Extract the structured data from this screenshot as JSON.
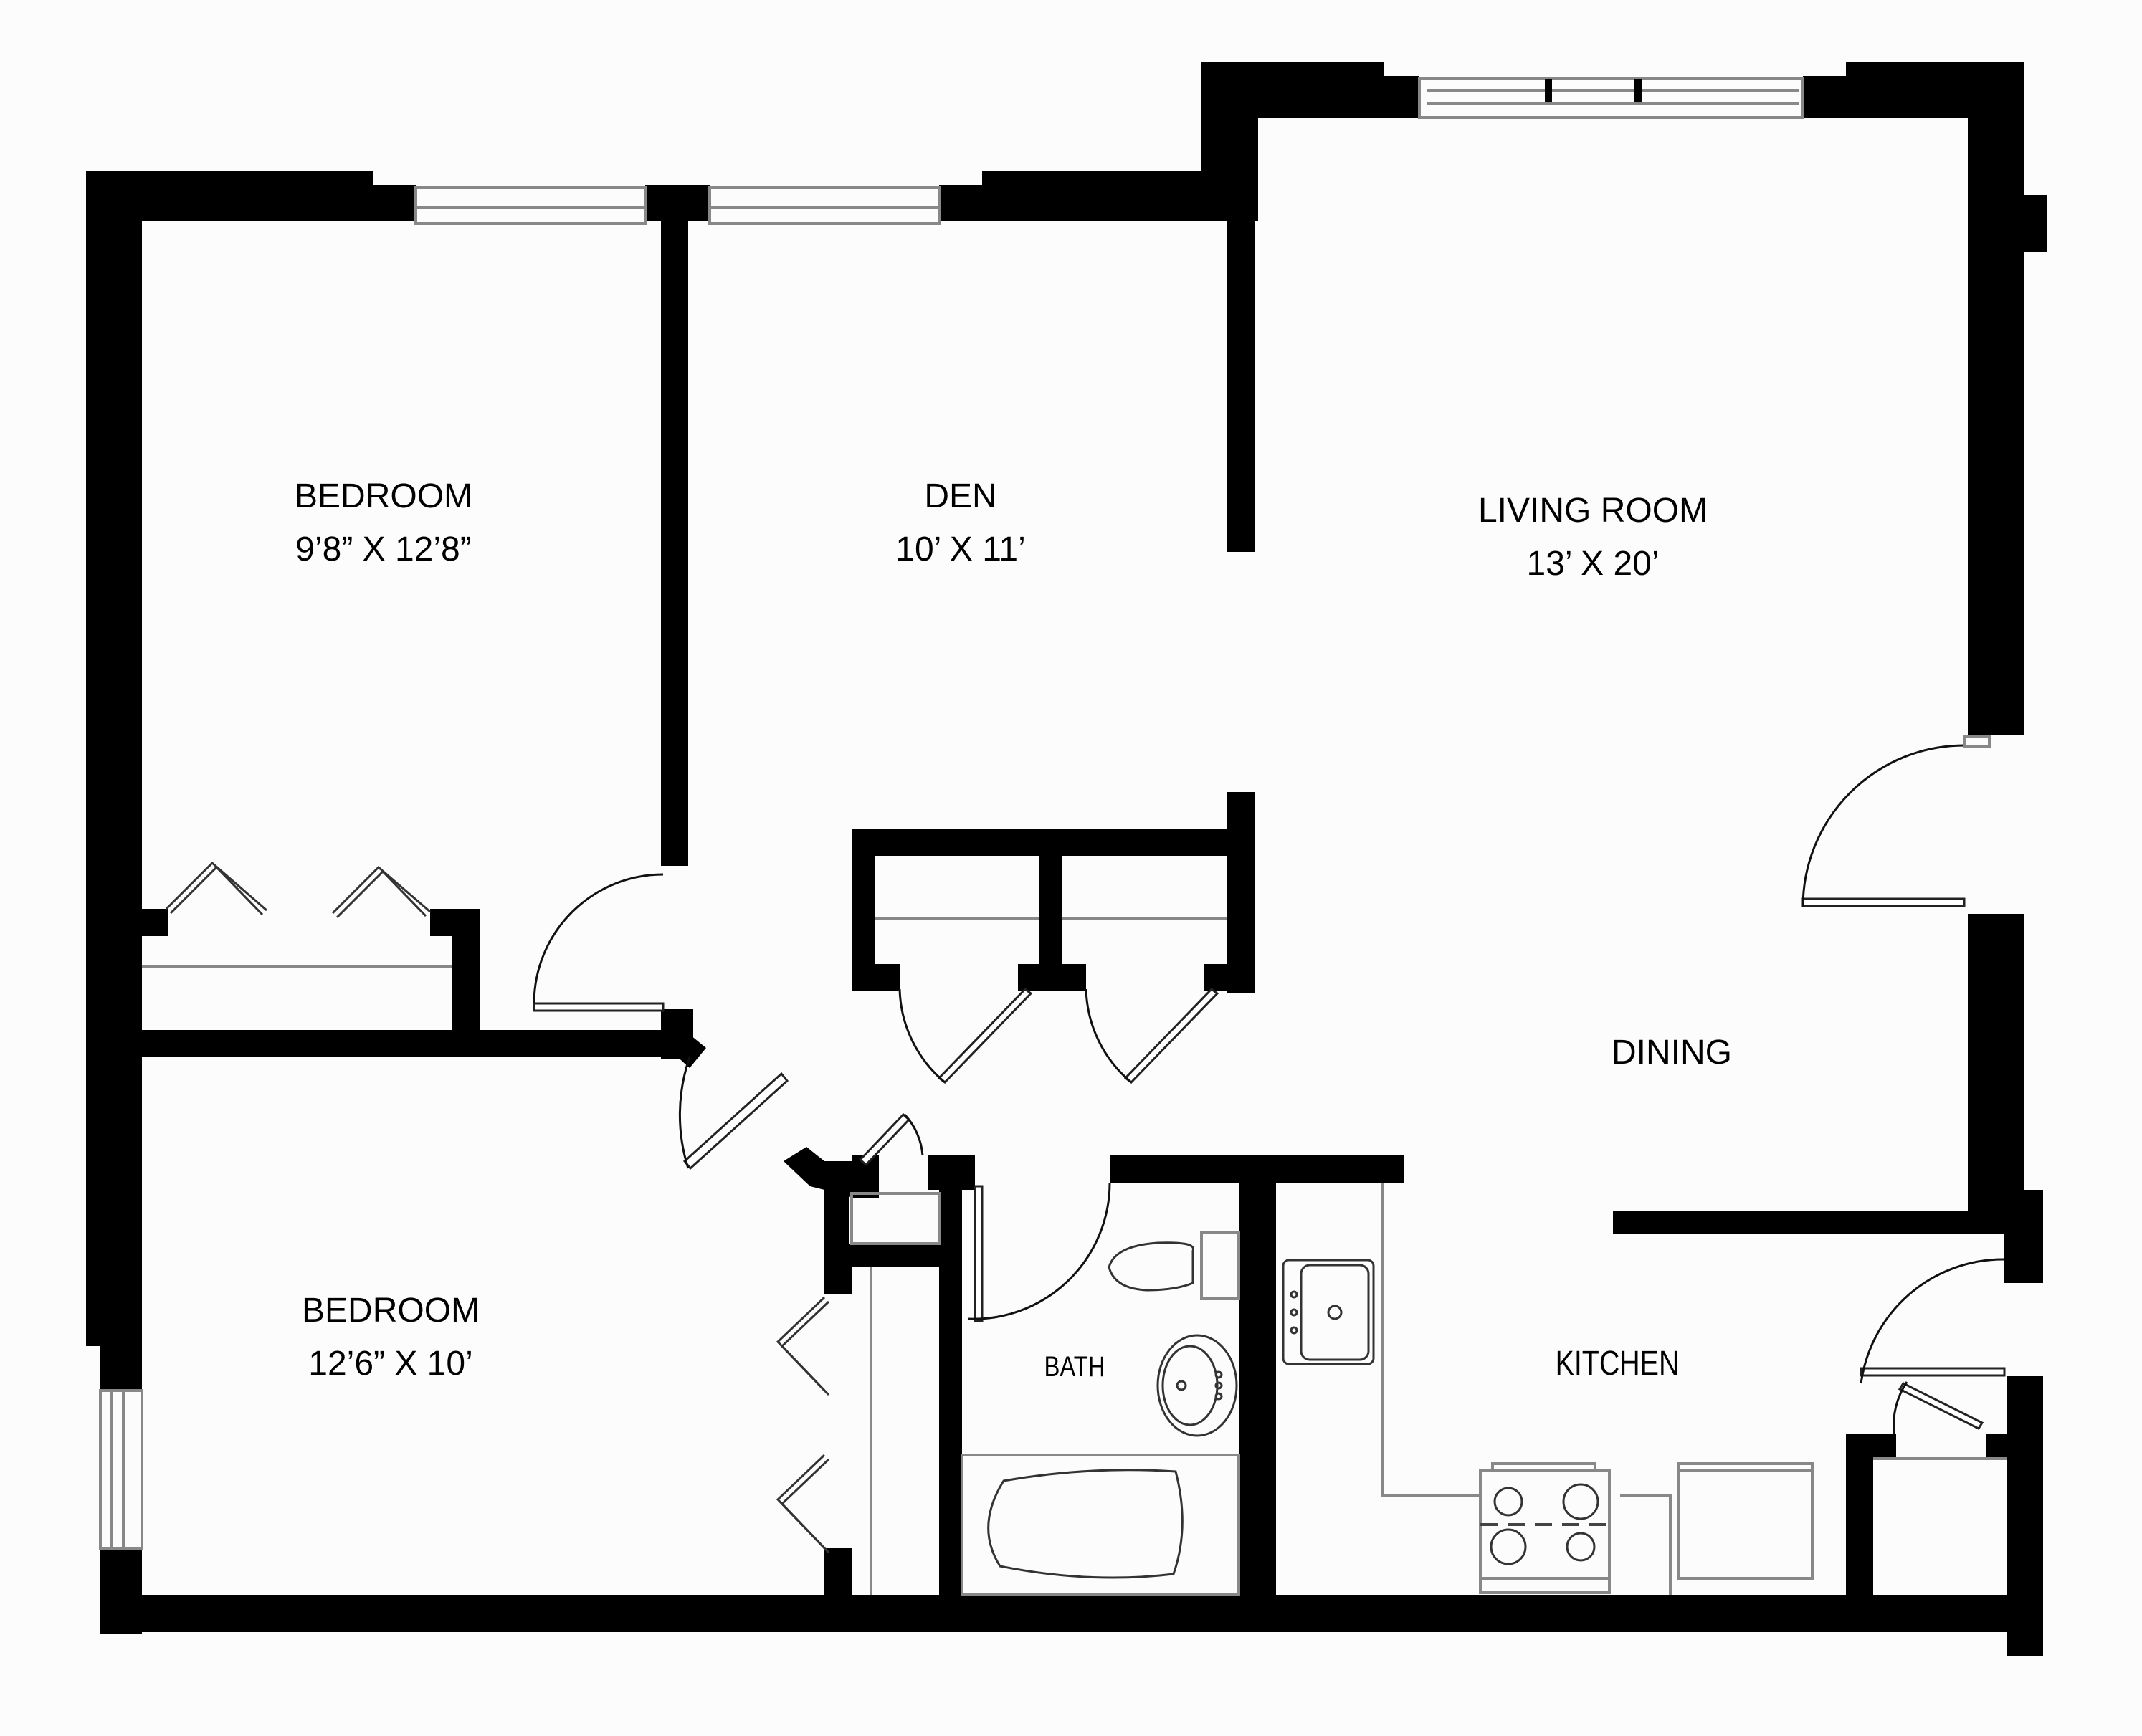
{
  "floorplan": {
    "background": "#fcfcfc",
    "wall_color": "#000000",
    "fixture_color": "#888888",
    "rooms": [
      {
        "name": "BEDROOM",
        "dimensions": "9’8” X 12’8”"
      },
      {
        "name": "DEN",
        "dimensions": "10’ X 11’"
      },
      {
        "name": "LIVING ROOM",
        "dimensions": "13’ X 20’"
      },
      {
        "name": "DINING"
      },
      {
        "name": "BEDROOM",
        "dimensions": "12’6” X 10’"
      },
      {
        "name": "BATH"
      },
      {
        "name": "KITCHEN"
      }
    ],
    "icons": [
      "window",
      "swing-door",
      "bifold-door",
      "bathtub",
      "toilet",
      "bathroom-sink",
      "kitchen-sink",
      "stove",
      "refrigerator"
    ]
  }
}
